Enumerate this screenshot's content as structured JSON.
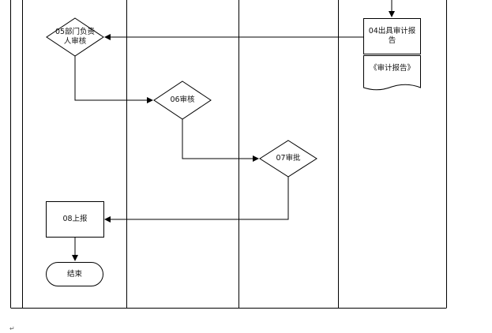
{
  "diagram": {
    "type": "swimlane-flowchart",
    "nodes": {
      "n04": {
        "label": "04出具审计报\n告",
        "shape": "process"
      },
      "doc": {
        "label": "《审计报告》",
        "shape": "document"
      },
      "n05": {
        "label": "05部门负责\n人审核",
        "shape": "decision"
      },
      "n06": {
        "label": "06审核",
        "shape": "decision"
      },
      "n07": {
        "label": "07审批",
        "shape": "decision"
      },
      "n08": {
        "label": "08上报",
        "shape": "process"
      },
      "end": {
        "label": "结束",
        "shape": "terminator"
      }
    },
    "edges": [
      {
        "from": "n04",
        "to": "n05"
      },
      {
        "from": "n05",
        "to": "n06"
      },
      {
        "from": "n06",
        "to": "n07"
      },
      {
        "from": "n07",
        "to": "n08"
      },
      {
        "from": "n08",
        "to": "end"
      }
    ],
    "footer_mark": "↵"
  },
  "colors": {
    "line": "#000000",
    "fill": "#ffffff",
    "text": "#111111"
  }
}
